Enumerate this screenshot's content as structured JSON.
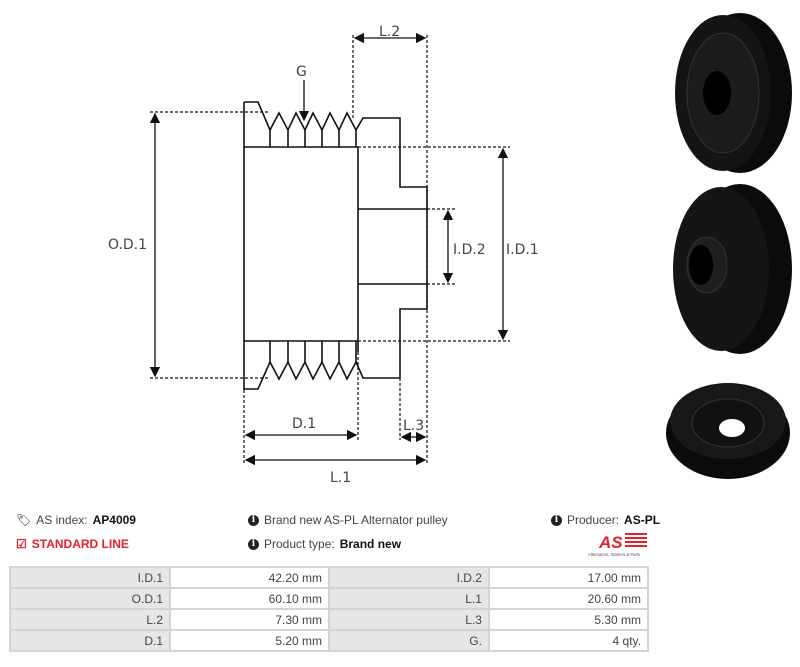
{
  "diagram": {
    "labels": {
      "g": "G",
      "l2": "L.2",
      "od1": "O.D.1",
      "id1": "I.D.1",
      "id2": "I.D.2",
      "d1": "D.1",
      "l3": "L.3",
      "l1": "L.1"
    }
  },
  "photos": {
    "count": 3,
    "description": "black alternator pulley photos"
  },
  "info": {
    "as_index_label": "AS index:",
    "as_index_value": "AP4009",
    "standard_line": "STANDARD LINE",
    "description": "Brand new AS-PL Alternator pulley",
    "product_type_label": "Product type:",
    "product_type_value": "Brand new",
    "producer_label": "Producer:",
    "producer_value": "AS-PL",
    "logo_text": "AS",
    "logo_tagline": "Alternators, Starters & Parts"
  },
  "colors": {
    "accent_red": "#e3202d",
    "table_key_bg": "#e6e6e6",
    "table_border": "#d4d4d4"
  },
  "specs": [
    [
      {
        "k": "I.D.1",
        "v": "42.20 mm"
      },
      {
        "k": "I.D.2",
        "v": "17.00 mm"
      }
    ],
    [
      {
        "k": "O.D.1",
        "v": "60.10 mm"
      },
      {
        "k": "L.1",
        "v": "20.60 mm"
      }
    ],
    [
      {
        "k": "L.2",
        "v": "7.30 mm"
      },
      {
        "k": "L.3",
        "v": "5.30 mm"
      }
    ],
    [
      {
        "k": "D.1",
        "v": "5.20 mm"
      },
      {
        "k": "G.",
        "v": "4 qty."
      }
    ]
  ]
}
